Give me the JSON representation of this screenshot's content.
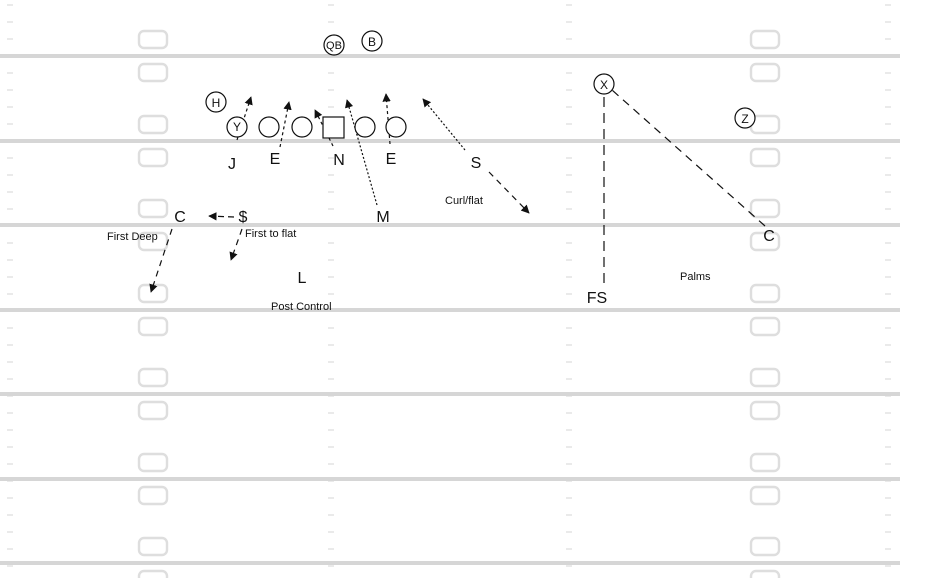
{
  "offense": {
    "qb": "QB",
    "b": "B",
    "h": "H",
    "y": "Y",
    "x": "X",
    "z": "Z"
  },
  "defense": {
    "j": "J",
    "e_left": "E",
    "n": "N",
    "e_right": "E",
    "s": "S",
    "m": "M",
    "c_left": "C",
    "money": "$",
    "l": "L",
    "fs": "FS",
    "c_right": "C"
  },
  "notes": {
    "first_deep": "First Deep",
    "first_to_flat": "First to flat",
    "curl_flat": "Curl/flat",
    "post_control": "Post Control",
    "palms": "Palms"
  },
  "colors": {
    "yard_line": "#d6d6d6",
    "hash": "#dcdcdc",
    "ink": "#111111"
  }
}
